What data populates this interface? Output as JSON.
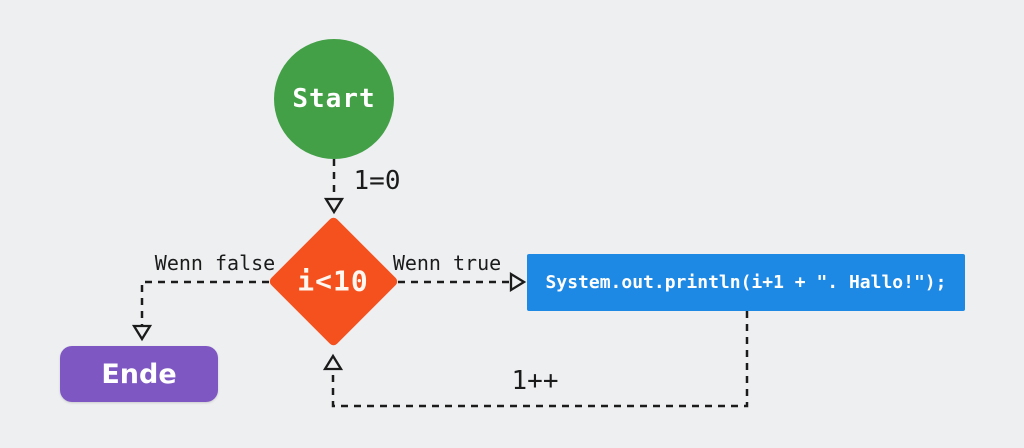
{
  "diagram": {
    "title": "for-loop flowchart",
    "background_color": "#edeff1",
    "line_color": "#1b1b1b",
    "nodes": {
      "start": {
        "label": "Start",
        "shape": "circle",
        "color": "#43a047"
      },
      "condition": {
        "label": "i<10",
        "shape": "diamond",
        "color": "#f4511e"
      },
      "process": {
        "label": "System.out.println(i+1 + \". Hallo!\");",
        "shape": "rectangle",
        "color": "#1e88e5"
      },
      "end": {
        "label": "Ende",
        "shape": "rounded-rectangle",
        "color": "#7e57c2"
      }
    },
    "edges": {
      "init": {
        "label": "1=0",
        "from": "start",
        "to": "condition"
      },
      "false_branch": {
        "label": "Wenn false",
        "from": "condition",
        "to": "end"
      },
      "true_branch": {
        "label": "Wenn true",
        "from": "condition",
        "to": "process"
      },
      "loop_back": {
        "label": "1++",
        "from": "process",
        "to": "condition"
      }
    }
  }
}
